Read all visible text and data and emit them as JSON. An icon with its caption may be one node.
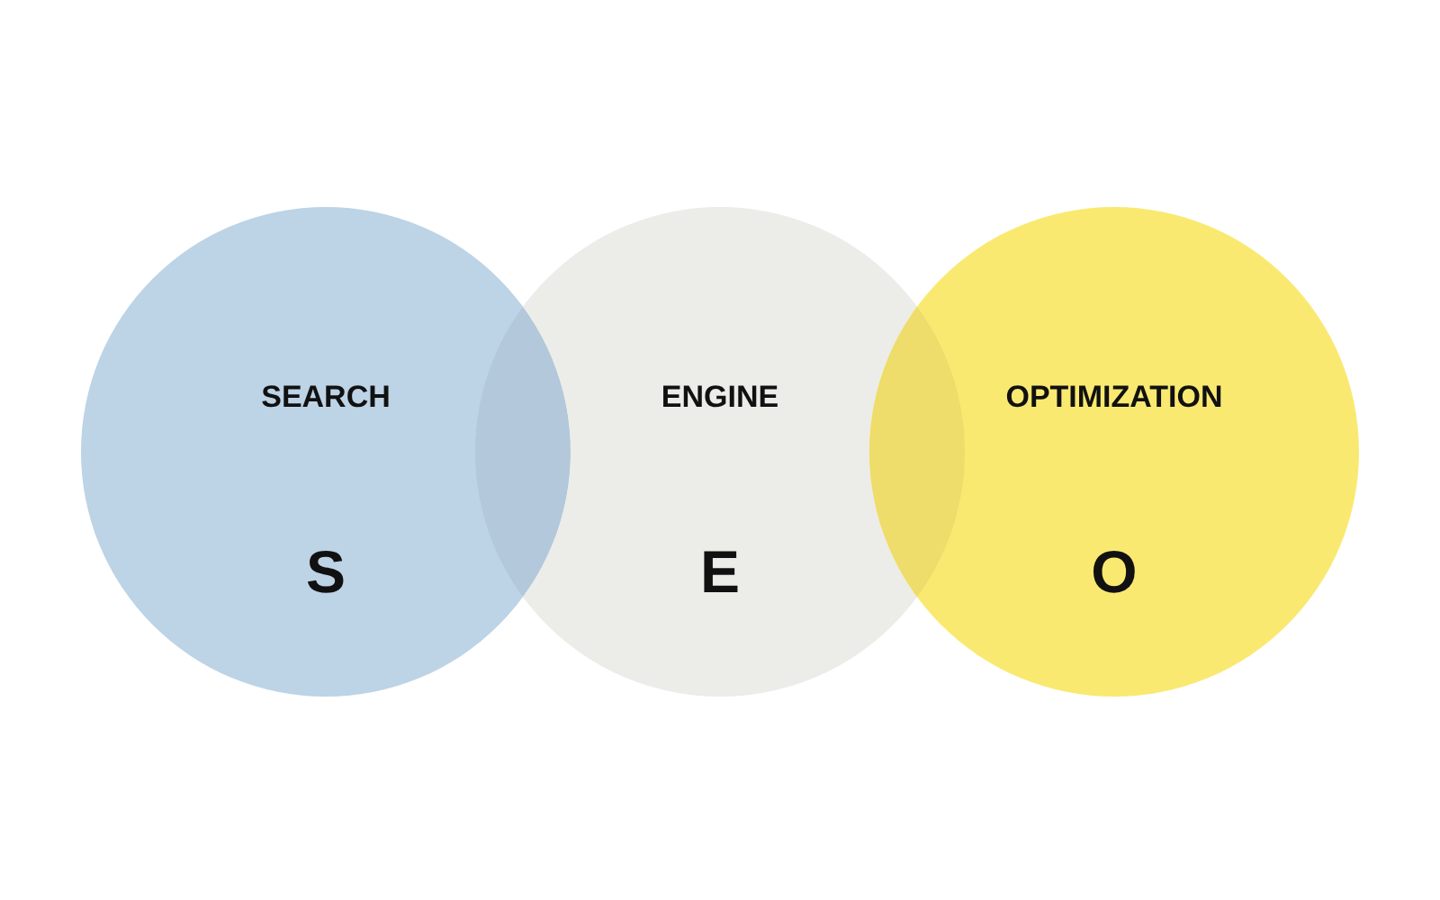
{
  "diagram": {
    "nodes": [
      {
        "text": [
          "SEARCH",
          "S"
        ]
      },
      {
        "text": [
          "ENGINE",
          "E"
        ]
      },
      {
        "text": [
          "OPTIMIZATION",
          "O"
        ]
      }
    ]
  }
}
